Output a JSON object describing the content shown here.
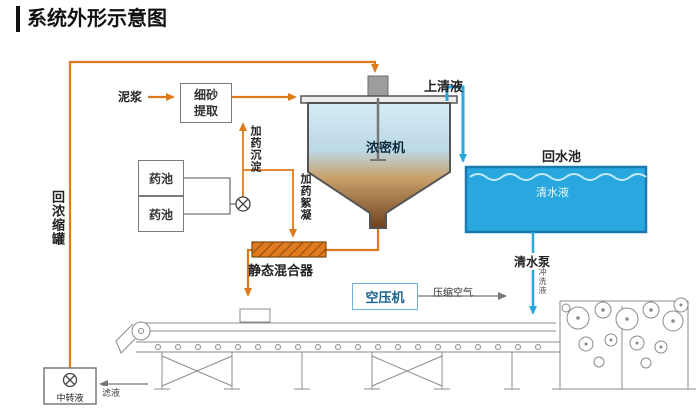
{
  "title": "系统外形示意图",
  "nodes": {
    "slurry": "泥浆",
    "sand_extractor": "细砂提取",
    "supernatant": "上清液",
    "thickener": "浓密机",
    "pool": "回水池",
    "clear_water": "清水液",
    "clear_pump": "清水泵",
    "flush": "冲洗液",
    "dose_tank": "药池",
    "dose_settle": "加药沉淀",
    "dose_floc": "加药絮凝",
    "mixer": "静态混合器",
    "compressor": "空压机",
    "compressed_air": "压缩空气",
    "return_tank": "回浓缩罐",
    "transfer": "中转液",
    "filtrate": "滤液"
  },
  "colors": {
    "slurry_line": "#DE7A1A",
    "water_line": "#29A8DF",
    "pool_fill": "#29A8DF",
    "pool_border": "#1A7AB0",
    "tank_top": "#D3ECF8",
    "tank_bottom": "#6F4220",
    "machine_line": "#8B8B8B"
  }
}
